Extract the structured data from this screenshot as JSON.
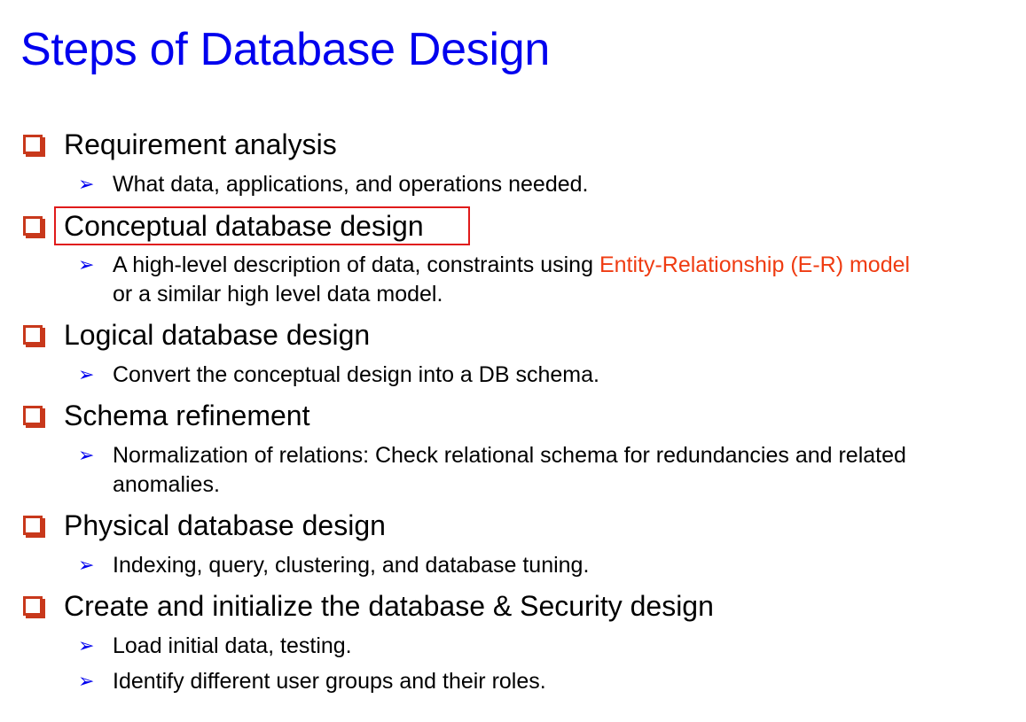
{
  "title": "Steps of Database Design",
  "items": [
    {
      "label": "Requirement analysis",
      "subs": [
        {
          "text": "What data, applications, and operations needed."
        }
      ]
    },
    {
      "label": "Conceptual database design",
      "subs": [
        {
          "text_before": "A high-level description of data, constraints using ",
          "highlight": "Entity-Relationship (E-R) model",
          "line2": "or a similar high level data model."
        }
      ]
    },
    {
      "label": "Logical database design",
      "subs": [
        {
          "text": "Convert the conceptual design into a DB schema."
        }
      ]
    },
    {
      "label": "Schema refinement",
      "subs": [
        {
          "text": "Normalization of relations: Check relational schema for redundancies and related",
          "line2": "anomalies."
        }
      ]
    },
    {
      "label": "Physical database design",
      "subs": [
        {
          "text": "Indexing, query, clustering, and database tuning."
        }
      ]
    },
    {
      "label": "Create and initialize the database & Security design",
      "subs": [
        {
          "text": "Load initial data, testing."
        },
        {
          "text": "Identify different user groups and their roles."
        }
      ]
    }
  ],
  "colors": {
    "title": "#0000ee",
    "bullet": "#c8381b",
    "arrow": "#0000ee",
    "highlight_text": "#ef3c12",
    "highlight_box": "#e01b1b"
  },
  "icons": {
    "main_bullet": "square-bullet-icon",
    "sub_bullet": "arrowhead-bullet-icon"
  }
}
